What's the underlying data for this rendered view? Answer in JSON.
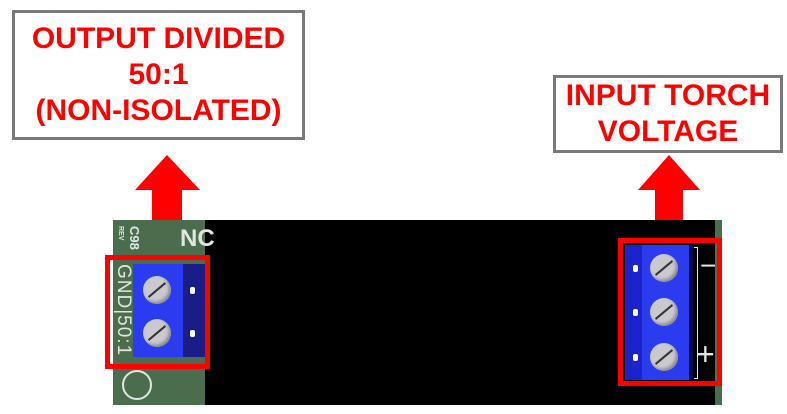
{
  "output_label": {
    "lines": [
      "OUTPUT DIVIDED",
      "50:1",
      "(NON-ISOLATED)"
    ]
  },
  "input_label": {
    "lines": [
      "INPUT TORCH",
      "VOLTAGE"
    ]
  },
  "board": {
    "silkscreen_rev": "C98",
    "silkscreen_rev2": "REV",
    "silkscreen_nc": "NC",
    "output_pins": "GND|50:1",
    "input_minus": "−",
    "input_plus": "+"
  },
  "colors": {
    "highlight": "#ff0000",
    "terminal": "#2b3cf0",
    "pcb": "#4b6d4d",
    "module": "#000000"
  }
}
